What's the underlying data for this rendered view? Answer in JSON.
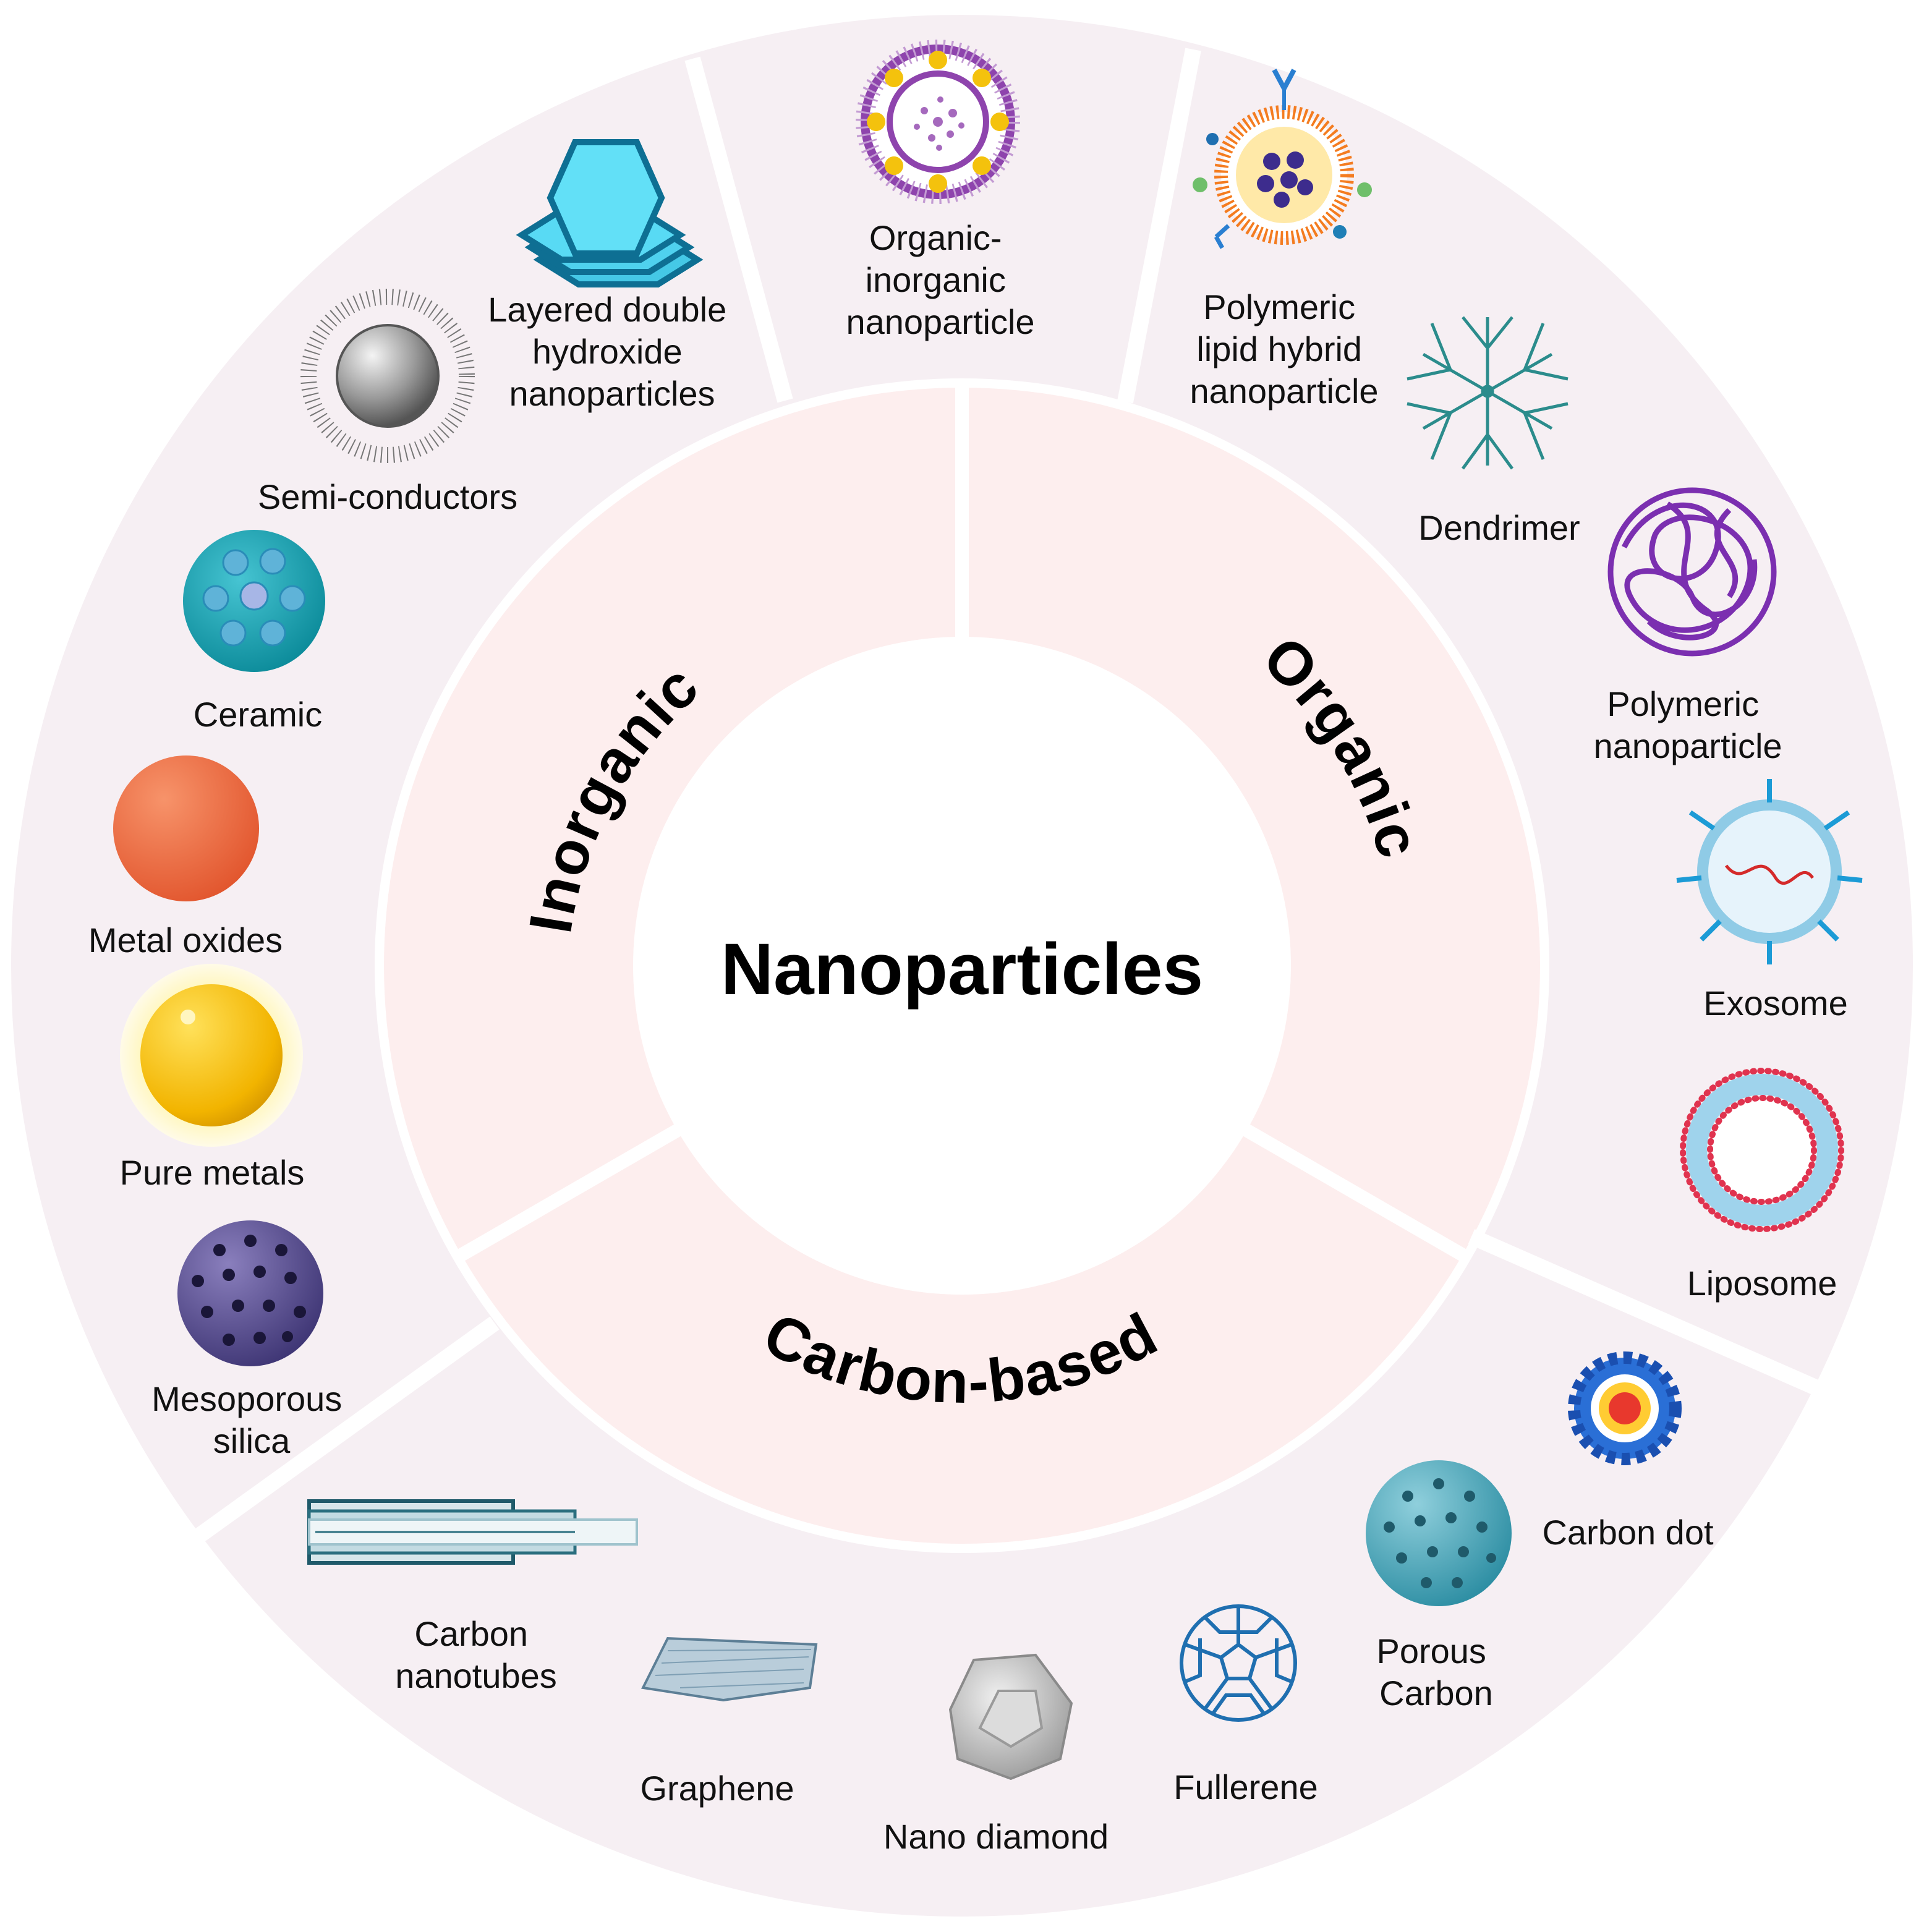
{
  "center": {
    "title": "Nanoparticles"
  },
  "categories": {
    "inorganic": "Inorganic",
    "organic": "Organic",
    "carbon": "Carbon-based"
  },
  "items": {
    "organic_inorganic": [
      "Organic-",
      "inorganic",
      "nanoparticle"
    ],
    "polymeric_lipid_hybrid": [
      "Polymeric",
      "lipid hybrid",
      "nanoparticle"
    ],
    "dendrimer": [
      "Dendrimer"
    ],
    "polymeric_nanoparticle": [
      "Polymeric",
      "nanoparticle"
    ],
    "exosome": [
      "Exosome"
    ],
    "liposome": [
      "Liposome"
    ],
    "carbon_dot": [
      "Carbon dot"
    ],
    "porous_carbon": [
      "Porous",
      "Carbon"
    ],
    "fullerene": [
      "Fullerene"
    ],
    "nano_diamond": [
      "Nano diamond"
    ],
    "graphene": [
      "Graphene"
    ],
    "carbon_nanotubes": [
      "Carbon",
      "nanotubes"
    ],
    "mesoporous_silica": [
      "Mesoporous",
      "silica"
    ],
    "pure_metals": [
      "Pure metals"
    ],
    "metal_oxides": [
      "Metal oxides"
    ],
    "ceramic": [
      "Ceramic"
    ],
    "semi_conductors": [
      "Semi-conductors"
    ],
    "layered_double_hydroxide": [
      "Layered double",
      "hydroxide",
      "nanoparticles"
    ]
  },
  "colors": {
    "outer_ring": "#f6eff3",
    "inner_ring": "#fdeeee",
    "divider": "#ffffff"
  }
}
